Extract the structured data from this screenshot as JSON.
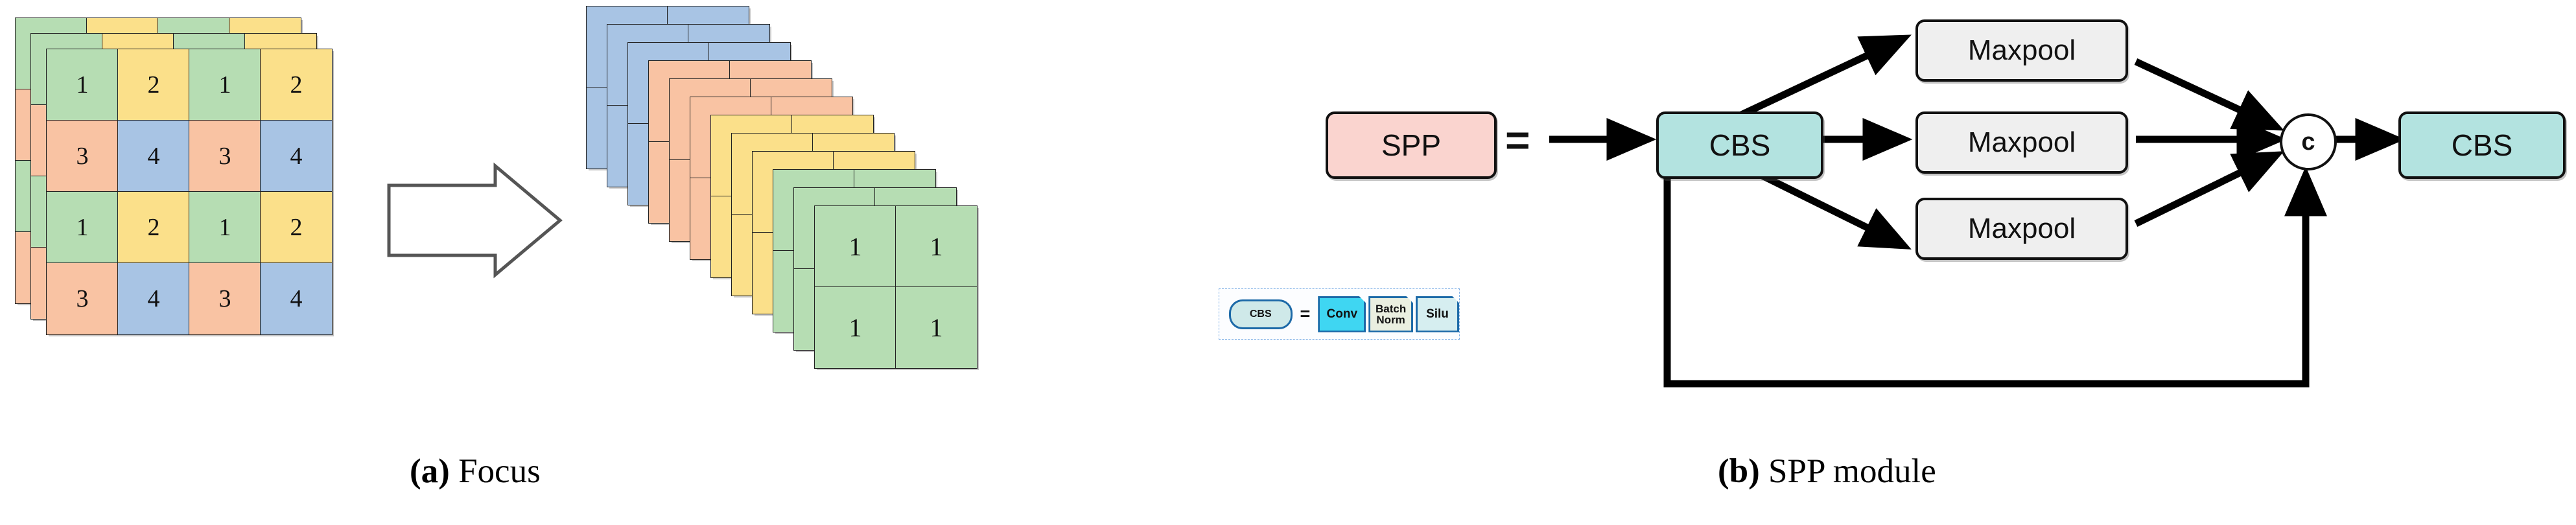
{
  "figure": {
    "panels": [
      {
        "id": "a",
        "marker": "(a)",
        "caption": "Focus"
      },
      {
        "id": "b",
        "marker": "(b)",
        "caption": "SPP module"
      }
    ]
  },
  "focus": {
    "input": {
      "planes": 3,
      "grid_rows": 4,
      "grid_cols": 4,
      "values": [
        [
          "1",
          "2",
          "1",
          "2"
        ],
        [
          "3",
          "4",
          "3",
          "4"
        ],
        [
          "1",
          "2",
          "1",
          "2"
        ],
        [
          "3",
          "4",
          "3",
          "4"
        ]
      ],
      "colors": [
        [
          "#b6ddb3",
          "#fbe08a",
          "#b6ddb3",
          "#fbe08a"
        ],
        [
          "#f9c3a3",
          "#a8c4e4",
          "#f9c3a3",
          "#a8c4e4"
        ],
        [
          "#b6ddb3",
          "#fbe08a",
          "#b6ddb3",
          "#fbe08a"
        ],
        [
          "#f9c3a3",
          "#a8c4e4",
          "#f9c3a3",
          "#a8c4e4"
        ]
      ]
    },
    "arrow": {
      "name": "transform-arrow",
      "direction": "right"
    },
    "output": {
      "planes": 12,
      "grid_rows": 2,
      "grid_cols": 2,
      "front_values": [
        [
          "1",
          "1"
        ],
        [
          "1",
          "1"
        ]
      ],
      "group_colors": [
        "#a8c4e4",
        "#f9c3a3",
        "#fbe08a",
        "#b6ddb3"
      ],
      "group_labels": [
        "blue",
        "orange",
        "yellow",
        "green"
      ]
    }
  },
  "spp": {
    "equals_sign": "=",
    "nodes": {
      "spp": "SPP",
      "cbs_in": "CBS",
      "maxpool_top": "Maxpool",
      "maxpool_mid": "Maxpool",
      "maxpool_bot": "Maxpool",
      "concat": "c",
      "cbs_out": "CBS"
    },
    "legend": {
      "cbs_label": "CBS",
      "equals": "=",
      "conv": "Conv",
      "batch_norm_line1": "Batch",
      "batch_norm_line2": "Norm",
      "silu": "Silu"
    },
    "colors": {
      "spp_fill": "#fad4cf",
      "cbs_fill": "#b3e3e0",
      "maxpool_fill": "#efefef",
      "concat_fill": "#ffffff",
      "legend_border": "#7fb0e6",
      "legend_conv_fill": "#3fd6f2",
      "legend_bn_fill": "#eaefe0",
      "legend_silu_fill": "#d6eef0",
      "shape_stroke": "#1d6aa8"
    }
  }
}
